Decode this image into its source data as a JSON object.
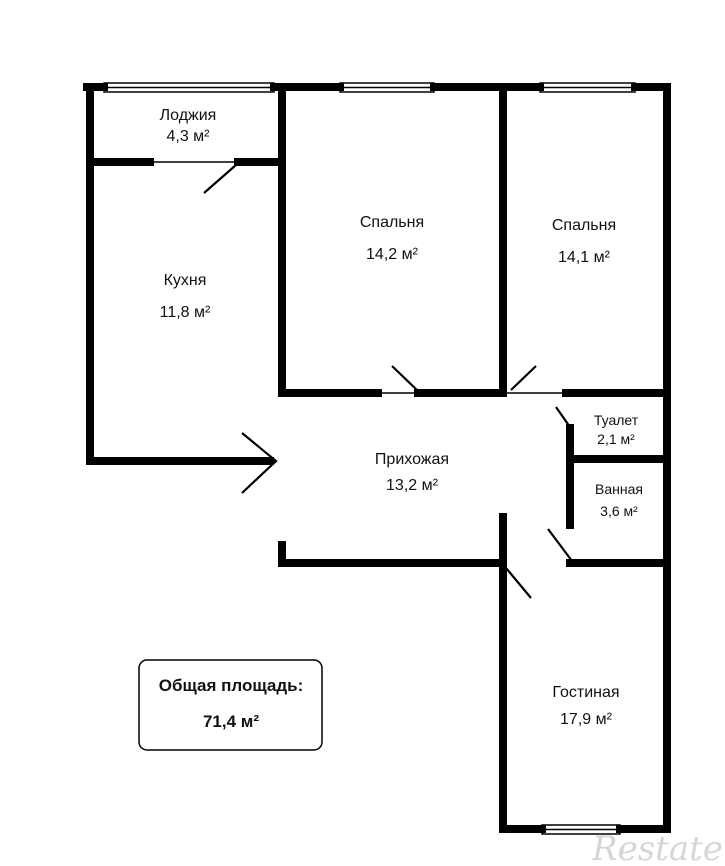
{
  "rooms": {
    "loggia": {
      "name": "Лоджия",
      "area": "4,3 м²"
    },
    "kitchen": {
      "name": "Кухня",
      "area": "11,8 м²"
    },
    "bedroom1": {
      "name": "Спальня",
      "area": "14,2 м²"
    },
    "bedroom2": {
      "name": "Спальня",
      "area": "14,1 м²"
    },
    "hallway": {
      "name": "Прихожая",
      "area": "13,2 м²"
    },
    "toilet": {
      "name": "Туалет",
      "area": "2,1 м²"
    },
    "bathroom": {
      "name": "Ванная",
      "area": "3,6 м²"
    },
    "living": {
      "name": "Гостиная",
      "area": "17,9 м²"
    }
  },
  "total": {
    "title": "Общая площадь:",
    "value": "71,4 м²"
  },
  "watermark": {
    "text": "Restate"
  },
  "colors": {
    "wall": "#000000",
    "background": "#ffffff"
  }
}
